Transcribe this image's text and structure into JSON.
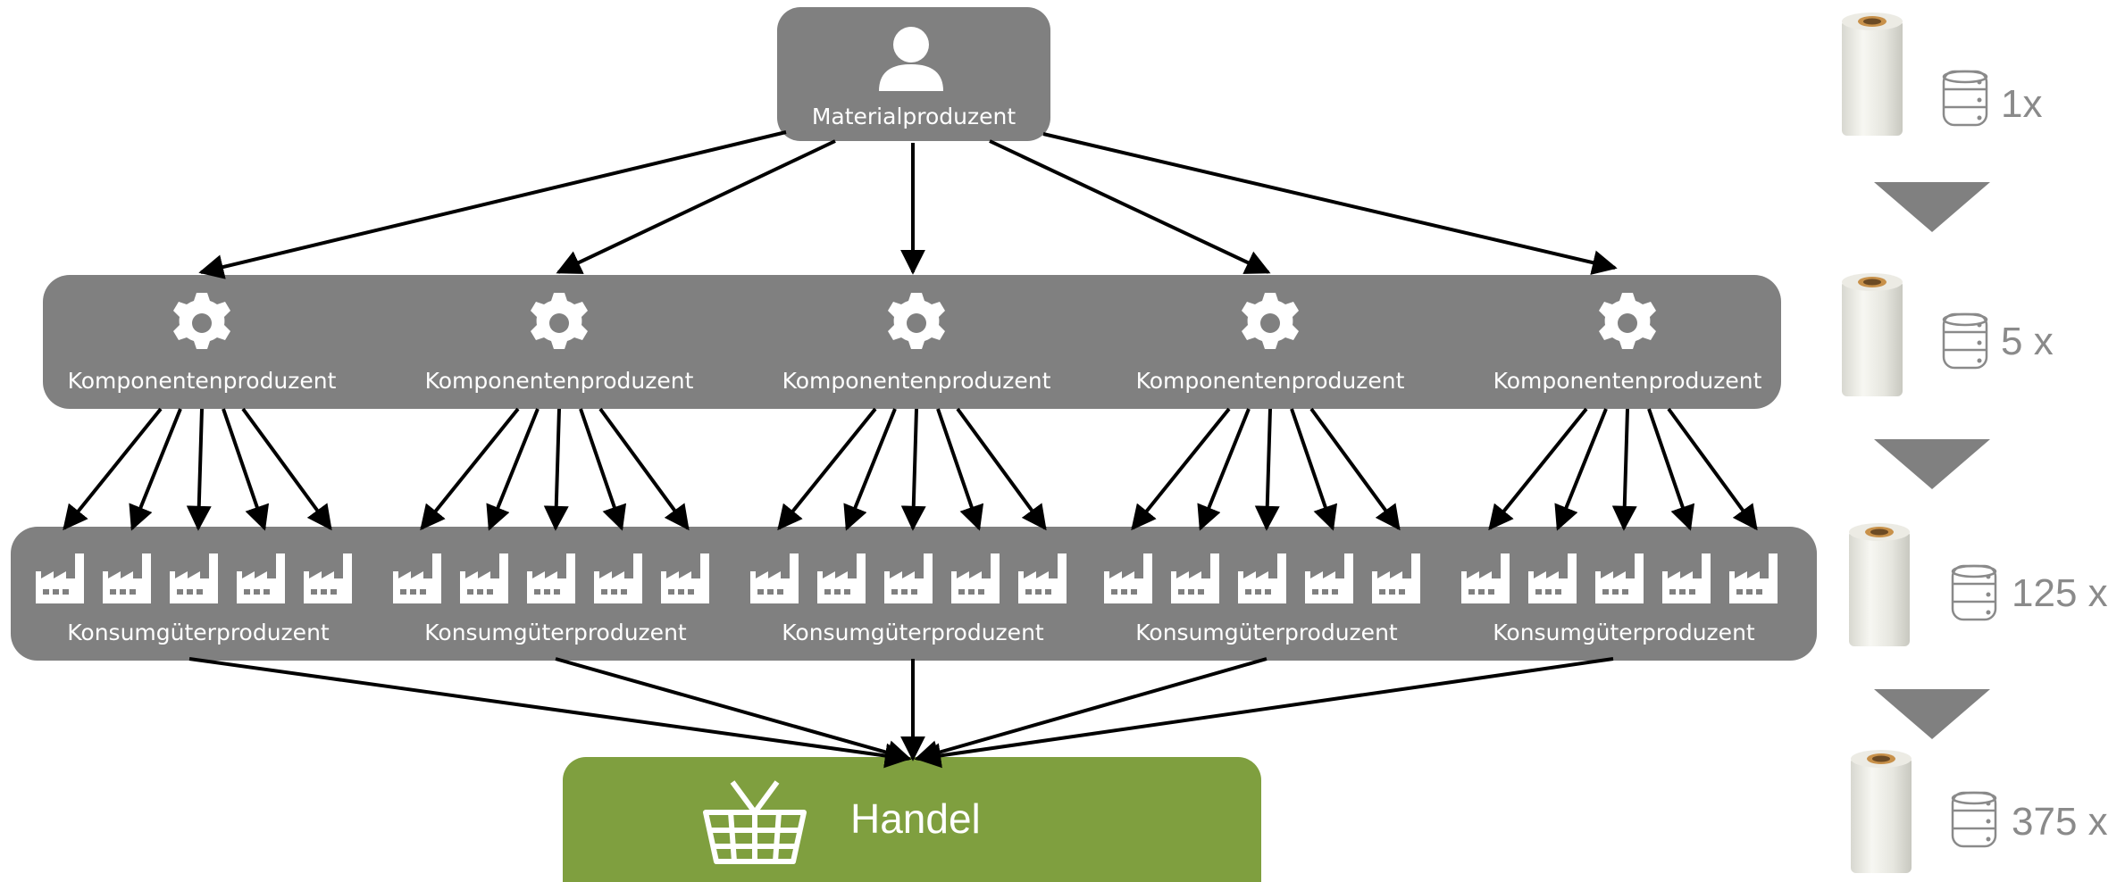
{
  "material": {
    "label": "Materialproduzent",
    "icon": "person-icon"
  },
  "components": [
    {
      "label": "Komponentenproduzent"
    },
    {
      "label": "Komponentenproduzent"
    },
    {
      "label": "Komponentenproduzent"
    },
    {
      "label": "Komponentenproduzent"
    },
    {
      "label": "Komponentenproduzent"
    }
  ],
  "consumers": [
    {
      "label": "Konsumgüterproduzent"
    },
    {
      "label": "Konsumgüterproduzent"
    },
    {
      "label": "Konsumgüterproduzent"
    },
    {
      "label": "Konsumgüterproduzent"
    },
    {
      "label": "Konsumgüterproduzent"
    }
  ],
  "retail": {
    "label": "Handel",
    "icon": "shopping-basket-icon"
  },
  "levels": [
    {
      "count": "1x",
      "icon": "database-icon"
    },
    {
      "count": "5 x",
      "icon": "database-icon"
    },
    {
      "count": "125 x",
      "icon": "database-icon"
    },
    {
      "count": "375 x",
      "icon": "database-icon"
    }
  ],
  "colors": {
    "box": "#808080",
    "retail": "#7f9f3f",
    "count_text": "#8a8a8a",
    "triangle": "#808080"
  }
}
